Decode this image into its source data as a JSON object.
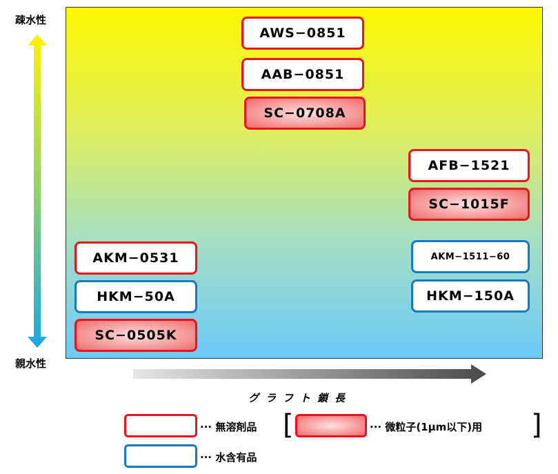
{
  "axis": {
    "top_label": "疎水性",
    "bottom_label": "親水性",
    "x_label": "グラフト鎖長"
  },
  "products": [
    {
      "label": "AWS−0851",
      "type": "solvent-free"
    },
    {
      "label": "AAB−0851",
      "type": "solvent-free"
    },
    {
      "label": "SC−0708A",
      "type": "fine-particle"
    },
    {
      "label": "AFB−1521",
      "type": "solvent-free"
    },
    {
      "label": "SC−1015F",
      "type": "fine-particle"
    },
    {
      "label": "AKM−0531",
      "type": "solvent-free"
    },
    {
      "label": "AKM−1511−60",
      "type": "water-containing"
    },
    {
      "label": "HKM−50A",
      "type": "water-containing"
    },
    {
      "label": "HKM−150A",
      "type": "water-containing"
    },
    {
      "label": "SC−0505K",
      "type": "fine-particle"
    }
  ],
  "legend": {
    "solvent_free": "··· 無溶剤品",
    "fine_particle": "··· 微粒子(1μm以下)用",
    "water_containing": "··· 水含有品"
  },
  "colors": {
    "red_border": "#e8141b",
    "blue_border": "#1778c7",
    "gradient_top": "#fdf800",
    "gradient_bottom": "#6bcaf8"
  }
}
